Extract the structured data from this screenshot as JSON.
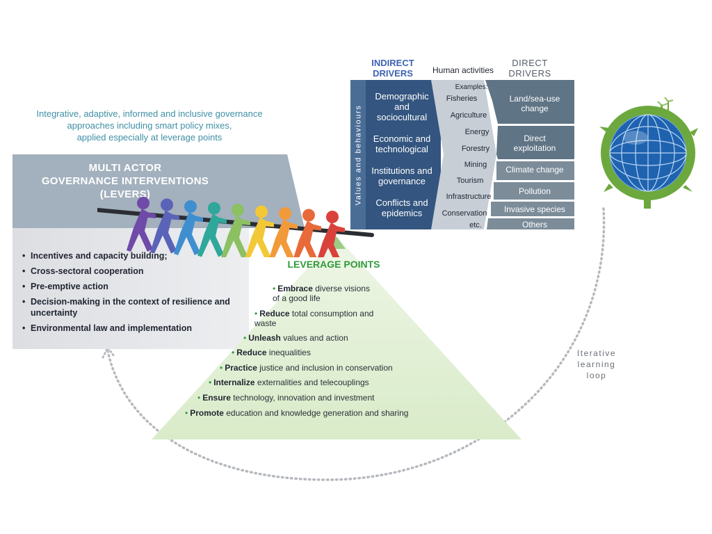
{
  "intro_text": [
    "Integrative, adaptive, informed and inclusive governance",
    "approaches including smart policy mixes,",
    "applied especially at leverage points"
  ],
  "multi_actor": {
    "title": [
      "MULTI ACTOR",
      "GOVERNANCE INTERVENTIONS",
      "(LEVERS)"
    ],
    "items": [
      "Incentives and capacity building;",
      "Cross-sectoral cooperation",
      "Pre-emptive action",
      "Decision-making in the context of resilience and uncertainty",
      "Environmental law and implementation"
    ]
  },
  "leverage_points": {
    "title": "LEVERAGE POINTS",
    "items": [
      {
        "bold": "Embrace",
        "rest": " diverse visions",
        "rest2": "of a good life"
      },
      {
        "bold": "Reduce",
        "rest": " total consumption and",
        "rest2": "waste"
      },
      {
        "bold": "Unleash",
        "rest": " values and action"
      },
      {
        "bold": "Reduce",
        "rest": " inequalities"
      },
      {
        "bold": "Practice",
        "rest": " justice and inclusion in conservation"
      },
      {
        "bold": "Internalize",
        "rest": " externalities and telecouplings"
      },
      {
        "bold": "Ensure",
        "rest": " technology, innovation and investment"
      },
      {
        "bold": "Promote",
        "rest": " education and knowledge generation and sharing"
      }
    ]
  },
  "drivers": {
    "indirect_header": [
      "INDIRECT",
      "DRIVERS"
    ],
    "human_header": "Human activities",
    "direct_header": [
      "DIRECT",
      "DRIVERS"
    ],
    "values_label": "Values and behaviours",
    "indirect": [
      [
        "Demographic",
        "and",
        "sociocultural"
      ],
      [
        "Economic and",
        "technological"
      ],
      [
        "Institutions and",
        "governance"
      ],
      [
        "Conflicts and",
        "epidemics"
      ]
    ],
    "examples_label": "Examples:",
    "human": [
      "Fisheries",
      "Agriculture",
      "Energy",
      "Forestry",
      "Mining",
      "Tourism",
      "Infrastructure",
      "Conservation",
      "etc."
    ],
    "direct": [
      [
        "Land/sea-use",
        "change"
      ],
      [
        "Direct",
        "exploitation"
      ],
      [
        "Climate change"
      ],
      [
        "Pollution"
      ],
      [
        "Invasive species"
      ],
      [
        "Others"
      ]
    ]
  },
  "loop_label": [
    "Iterative",
    "learning",
    "loop"
  ],
  "colors": {
    "indirect_header": "#3e63b3",
    "leverage_green": "#2f9a3a",
    "intro_teal": "#3f8fa6",
    "indirect_fill": "#33557f",
    "direct_fill": "#5f7485"
  },
  "people_colors": [
    "#6f4aa8",
    "#5a63b8",
    "#3f8fd0",
    "#2fa79a",
    "#8cc063",
    "#f2c837",
    "#f29a3a",
    "#e86a3a",
    "#d9423a"
  ]
}
